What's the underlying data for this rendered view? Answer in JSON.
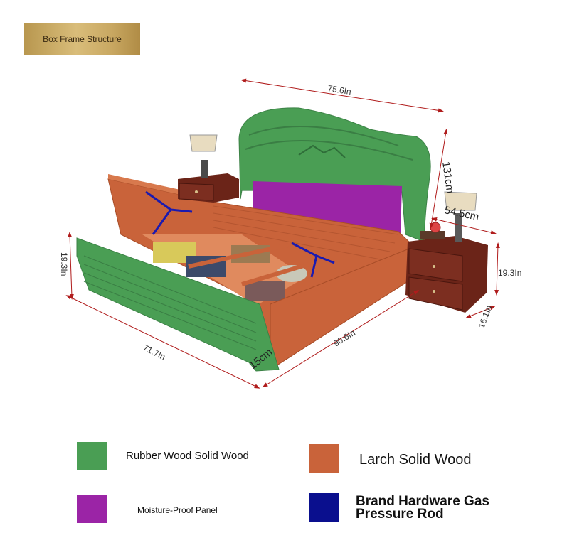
{
  "header": {
    "title": "Box Frame Structure"
  },
  "dimensions": {
    "headboard_width": "75.6In",
    "headboard_height": "131cm",
    "nightstand_width": "54.5cm",
    "nightstand_height": "19.3In",
    "nightstand_depth": "16.1In",
    "footboard_height": "19.3In",
    "bed_width": "71.7In",
    "bed_length": "90.6In",
    "rail_thickness": "15cm"
  },
  "legend": {
    "items": [
      {
        "label": "Rubber Wood Solid Wood",
        "color": "#4a9e54"
      },
      {
        "label": "Larch Solid Wood",
        "color": "#c9633a"
      },
      {
        "label": "Moisture-Proof Panel",
        "color": "#9b24a6"
      },
      {
        "label": "Brand Hardware Gas Pressure Rod",
        "color": "#0a0f8e"
      }
    ]
  },
  "colors": {
    "dimension_line": "#b01c1c",
    "rubber_wood": "#4a9e54",
    "larch": "#c9633a",
    "panel": "#9b24a6",
    "gas_rod": "#1a1ab0",
    "nightstand": "#6b2418"
  }
}
